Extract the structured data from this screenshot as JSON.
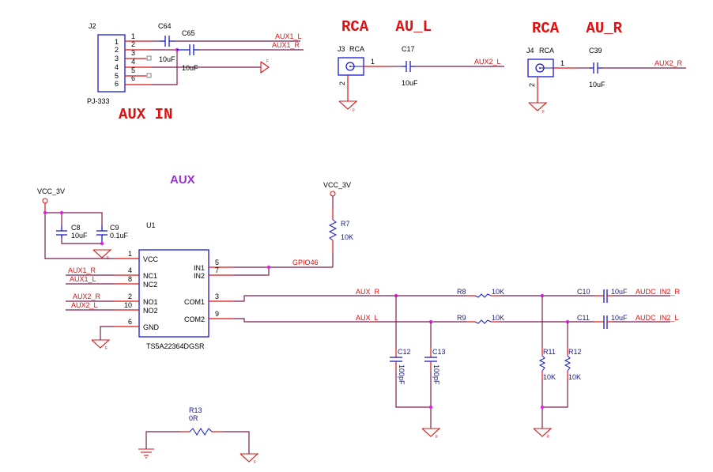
{
  "headings": {
    "aux_in": "AUX IN",
    "rca_l": "RCA   AU_L",
    "rca_r": "RCA   AU_R",
    "aux": "AUX"
  },
  "j2": {
    "ref": "J2",
    "part": "PJ-333",
    "inner_pins": [
      "1",
      "2",
      "3",
      "4",
      "5",
      "6"
    ],
    "outer_pins": [
      "1",
      "2",
      "3",
      "4",
      "5",
      "6"
    ]
  },
  "c64": {
    "ref": "C64",
    "value": "10uF"
  },
  "c65": {
    "ref": "C65",
    "value": "10uF"
  },
  "nets": {
    "aux1_l": "AUX1_L",
    "aux1_r": "AUX1_R",
    "aux2_l": "AUX2_L",
    "aux2_r": "AUX2_R",
    "aux_r": "AUX_R",
    "aux_l": "AUX_L",
    "gpio46": "GPIO46",
    "audc_in2_r": "AUDC_IN2_R",
    "audc_in2_l": "AUDC_IN2_L",
    "vcc_3v": "VCC_3V"
  },
  "j3": {
    "ref": "J3",
    "part": "RCA",
    "pin1": "1",
    "pin2": "2"
  },
  "j4": {
    "ref": "J4",
    "part": "RCA",
    "pin1": "1",
    "pin2": "2"
  },
  "c17": {
    "ref": "C17",
    "value": "10uF"
  },
  "c39": {
    "ref": "C39",
    "value": "10uF"
  },
  "c8": {
    "ref": "C8",
    "value": "10uF"
  },
  "c9": {
    "ref": "C9",
    "value": "0.1uF"
  },
  "u1": {
    "ref": "U1",
    "part": "TS5A22364DGSR",
    "pins_left": [
      {
        "num": "1",
        "name": "VCC"
      },
      {
        "num": "4",
        "name": "NC1"
      },
      {
        "num": "8",
        "name": "NC2"
      },
      {
        "num": "2",
        "name": "NO1"
      },
      {
        "num": "10",
        "name": "NO2"
      },
      {
        "num": "6",
        "name": "GND"
      }
    ],
    "pins_right": [
      {
        "num": "5",
        "name": "IN1"
      },
      {
        "num": "7",
        "name": "IN2"
      },
      {
        "num": "3",
        "name": "COM1"
      },
      {
        "num": "9",
        "name": "COM2"
      }
    ]
  },
  "r7": {
    "ref": "R7",
    "value": "10K"
  },
  "r8": {
    "ref": "R8",
    "value": "10K"
  },
  "r9": {
    "ref": "R9",
    "value": "10K"
  },
  "c10": {
    "ref": "C10",
    "value": "10uF"
  },
  "c11": {
    "ref": "C11",
    "value": "10uF"
  },
  "c12": {
    "ref": "C12",
    "value": "100pF"
  },
  "c13": {
    "ref": "C13",
    "value": "100pF"
  },
  "r11": {
    "ref": "R11",
    "value": "10K"
  },
  "r12": {
    "ref": "R12",
    "value": "10K"
  },
  "r13": {
    "ref": "R13",
    "value": "0R"
  },
  "gnd_label": "F"
}
